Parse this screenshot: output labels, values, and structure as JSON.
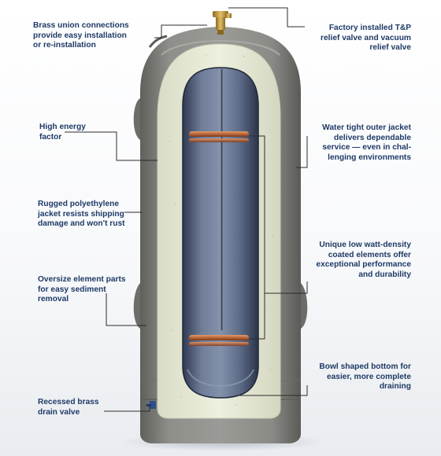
{
  "callouts": {
    "left": [
      {
        "id": "brass-union",
        "lines": [
          "Brass union connections",
          "provide easy installation",
          "or re-installation"
        ]
      },
      {
        "id": "energy-factor",
        "lines": [
          "High energy",
          "factor"
        ]
      },
      {
        "id": "polyethylene-jacket",
        "lines": [
          "Rugged polyethylene",
          "jacket resists shipping",
          "damage and won't rust"
        ]
      },
      {
        "id": "element-parts",
        "lines": [
          "Oversize element parts",
          "for easy sediment",
          "removal"
        ]
      },
      {
        "id": "drain-valve",
        "lines": [
          "Recessed brass",
          "drain valve"
        ]
      }
    ],
    "right": [
      {
        "id": "tp-valve",
        "lines": [
          "Factory installed T&P",
          "relief valve and vacuum",
          "relief valve"
        ]
      },
      {
        "id": "outer-jacket",
        "lines": [
          "Water tight outer jacket",
          "delivers dependable",
          "service — even in chal-",
          "lenging environments"
        ]
      },
      {
        "id": "watt-density",
        "lines": [
          "Unique low watt-density",
          "coated elements offer",
          "exceptional performance",
          "and durability"
        ]
      },
      {
        "id": "bowl-bottom",
        "lines": [
          "Bowl shaped bottom for",
          "easier, more complete",
          "draining"
        ]
      }
    ]
  },
  "colors": {
    "text": "#1e3a66",
    "jacket": "#7d7e7a",
    "foam": "#e7e9d6",
    "tank": "#5d6c8a",
    "element": "#b86a3e",
    "brass": "#c49a3b"
  }
}
